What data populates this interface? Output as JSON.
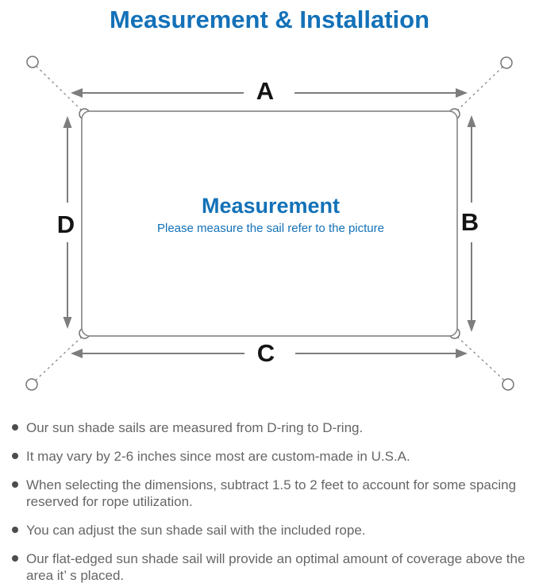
{
  "page": {
    "title": "Measurement & Installation"
  },
  "diagram": {
    "dimension_labels": {
      "top": "A",
      "right": "B",
      "bottom": "C",
      "left": "D"
    },
    "center": {
      "title": "Measurement",
      "subtitle": "Please measure the sail refer to the picture"
    },
    "colors": {
      "accent_blue": "#1371b8",
      "sail_outline_gray": "#8c8c8c",
      "arrow_gray": "#7d7d7d",
      "dimension_label_black": "#141414"
    },
    "icons": {
      "corner_rings": "d-ring-icon",
      "anchor_points": "anchor-ring-icon",
      "ropes": "rope-dashed-line"
    }
  },
  "notes": {
    "bullet_color": "#4d4d4d",
    "text_color": "#666666",
    "items": [
      "Our sun shade sails are measured from D-ring to D-ring.",
      "It may vary by 2-6 inches since most are custom-made in U.S.A.",
      "When selecting the dimensions, subtract 1.5 to 2 feet to account for some spacing reserved for rope utilization.",
      "You can adjust the sun shade sail with the included rope.",
      "Our flat-edged sun shade sail will provide an optimal amount of coverage above the area it’ s placed."
    ]
  }
}
